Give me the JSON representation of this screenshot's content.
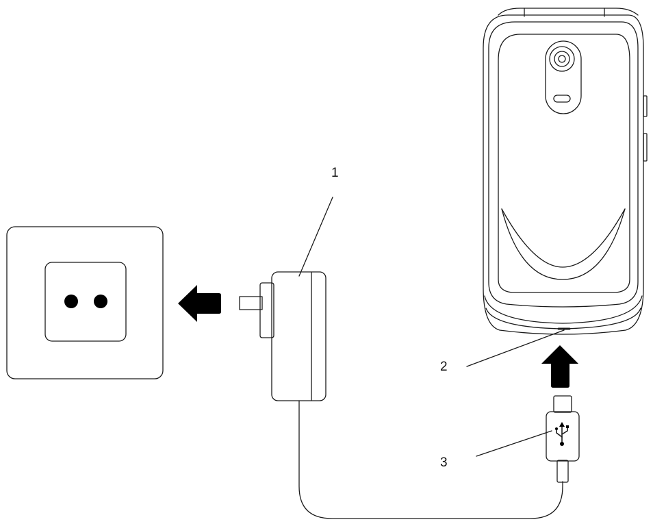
{
  "diagram": {
    "callouts": [
      {
        "number": "1",
        "target": "charger-adapter"
      },
      {
        "number": "2",
        "target": "phone-charging-port"
      },
      {
        "number": "3",
        "target": "usb-connector"
      }
    ]
  },
  "colors": {
    "stroke": "#1a1a1a",
    "arrow_fill": "#000000",
    "background": "#ffffff"
  },
  "icons": {
    "usb": "usb-icon",
    "arrow_left": "arrow-left-icon",
    "arrow_up": "arrow-up-icon"
  }
}
